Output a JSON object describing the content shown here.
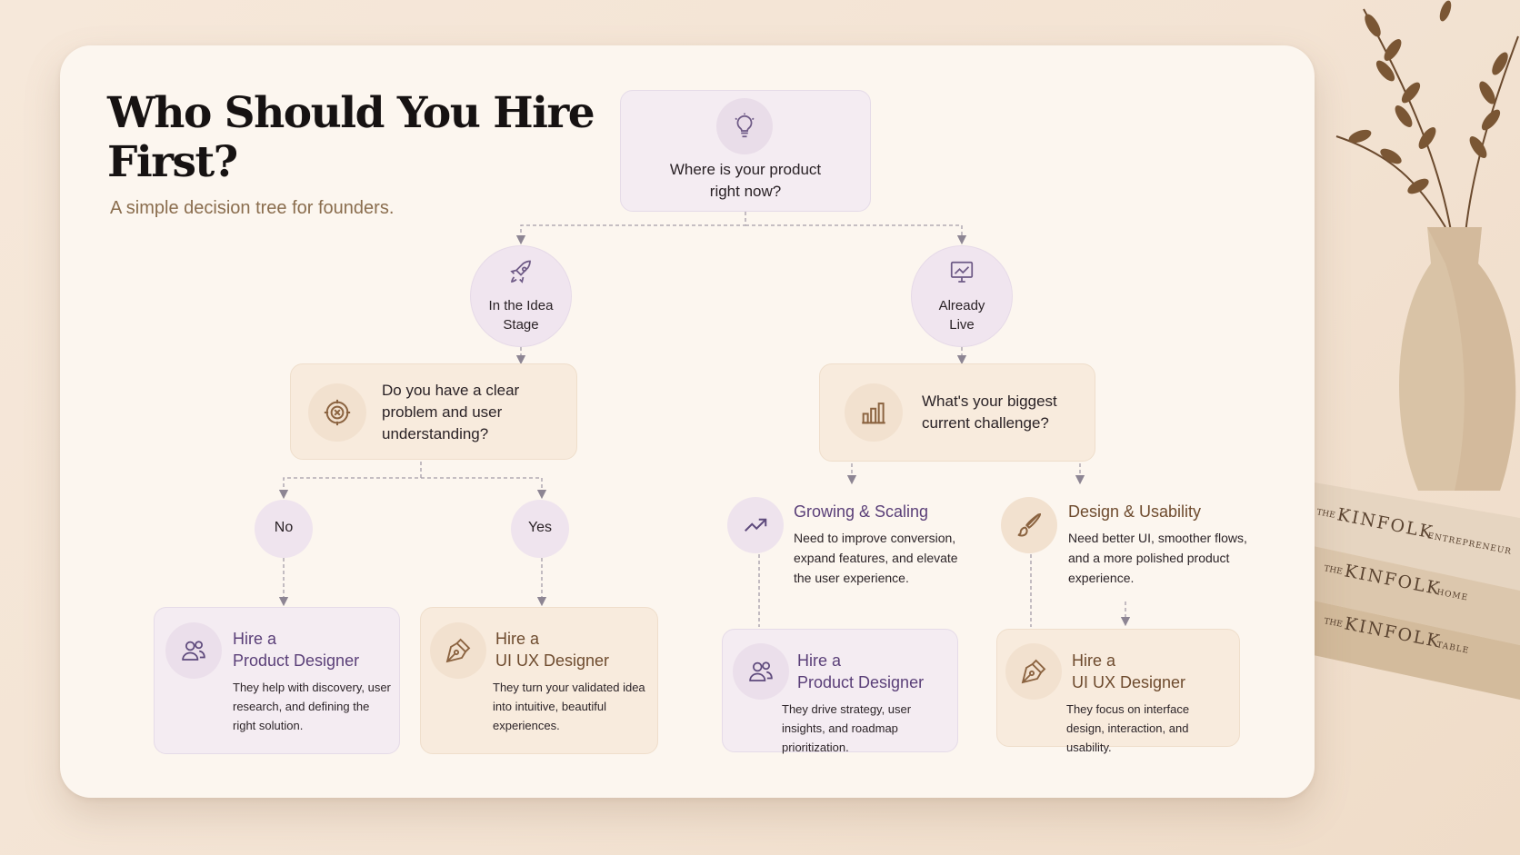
{
  "header": {
    "title": "Who Should You Hire First?",
    "subtitle": "A simple decision tree for founders."
  },
  "root": {
    "question": "Where is your product right now?",
    "icon": "lightbulb-icon"
  },
  "branches": {
    "idea": {
      "label": "In the Idea Stage",
      "icon": "rocket-icon"
    },
    "live": {
      "label": "Already Live",
      "icon": "monitor-chart-icon"
    }
  },
  "idea_question": {
    "text": "Do you have a clear problem and user understanding?",
    "icon": "target-icon"
  },
  "live_question": {
    "text": "What's your biggest current challenge?",
    "icon": "bar-chart-icon"
  },
  "answers": {
    "no": "No",
    "yes": "Yes"
  },
  "challenges": {
    "growth": {
      "title": "Growing & Scaling",
      "desc": "Need to improve conversion, expand features, and elevate the user experience.",
      "icon": "trend-up-icon"
    },
    "design": {
      "title": "Design & Usability",
      "desc": "Need better UI, smoother flows, and a more polished product experience.",
      "icon": "paintbrush-icon"
    }
  },
  "results": {
    "no_result": {
      "title_line1": "Hire a",
      "title_line2": "Product Designer",
      "desc": "They help with discovery, user research, and defining the right solution.",
      "icon": "users-icon"
    },
    "yes_result": {
      "title_line1": "Hire a",
      "title_line2": "UI UX Designer",
      "desc": "They turn your validated idea into intuitive, beautiful experiences.",
      "icon": "pen-nib-icon"
    },
    "growth_result": {
      "title_line1": "Hire a",
      "title_line2": "Product Designer",
      "desc": "They drive strategy, user insights, and roadmap prioritization.",
      "icon": "users-icon"
    },
    "design_result": {
      "title_line1": "Hire a",
      "title_line2": "UI UX Designer",
      "desc": "They focus on interface design, interaction, and usability.",
      "icon": "pen-nib-icon"
    }
  },
  "decor": {
    "book_brand": "KINFOLK",
    "book_1": "ENTREPRENEUR",
    "book_2": "HOME",
    "book_3": "TABLE",
    "book_prefix": "THE"
  },
  "colors": {
    "accent_purple": "#5a3f78",
    "accent_brown": "#6e4b2e",
    "subtitle": "#8a6d4e",
    "card_bg": "#fcf6ef"
  }
}
